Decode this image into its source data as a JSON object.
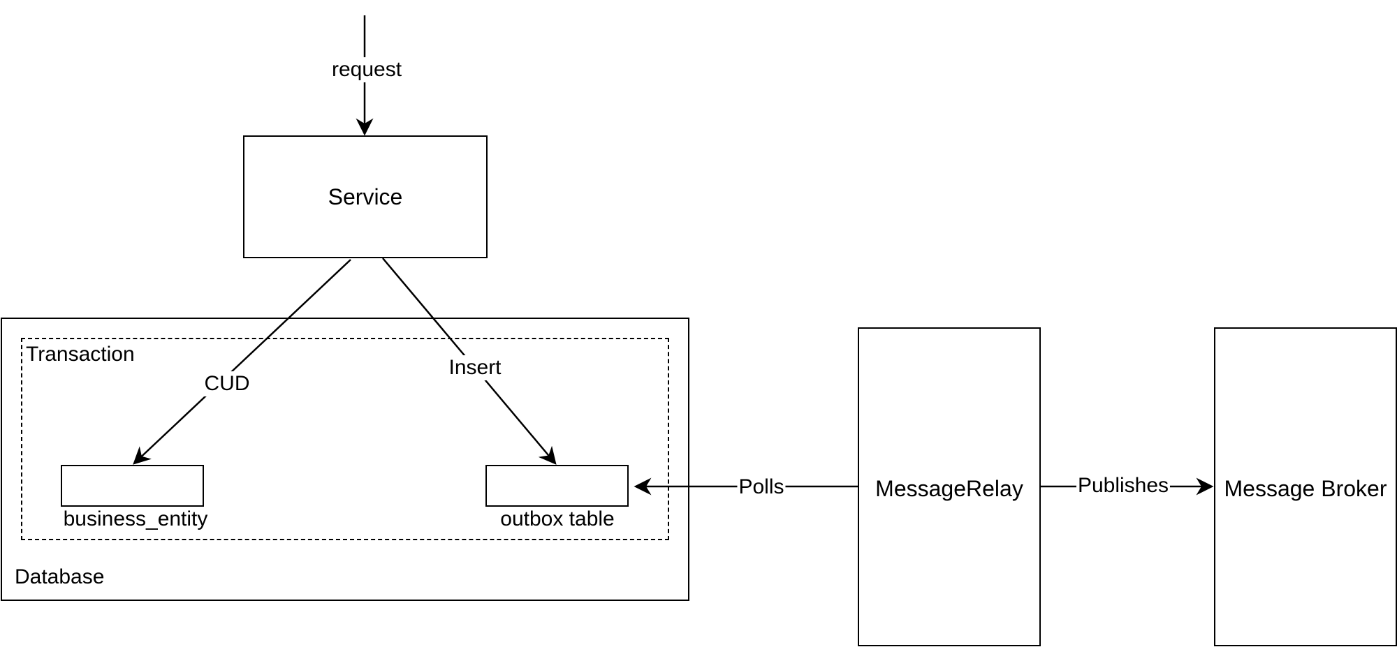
{
  "nodes": {
    "service": "Service",
    "database": "Database",
    "transaction": "Transaction",
    "business_entity": "business_entity",
    "outbox_table": "outbox table",
    "message_relay": "MessageRelay",
    "message_broker": "Message Broker"
  },
  "edges": {
    "request": "request",
    "cud": "CUD",
    "insert": "Insert",
    "polls": "Polls",
    "publishes": "Publishes"
  }
}
